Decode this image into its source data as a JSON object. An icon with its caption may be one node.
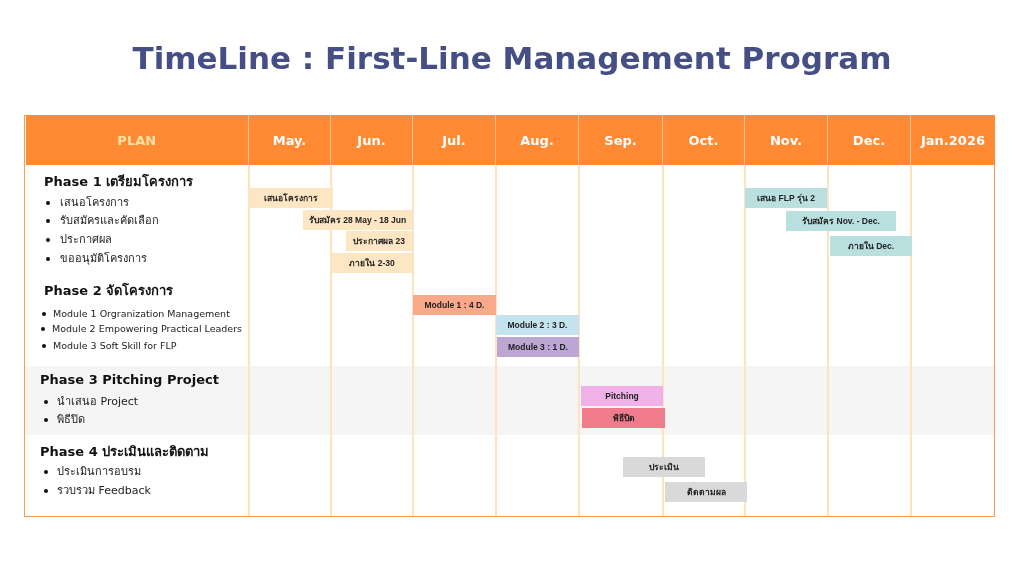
{
  "diagram": {
    "title": "TimeLine : First-Line Management Program",
    "nodes": [
      {
        "text": [
          "เสนอโครงการ"
        ]
      },
      {
        "text": [
          "รับสมัคร 28 May - 18 Jun"
        ]
      },
      {
        "text": [
          "ประกาศผล 23"
        ]
      },
      {
        "text": [
          "ภายใน 2-30"
        ]
      },
      {
        "text": [
          "เสนอ FLP รุ่น 2"
        ]
      },
      {
        "text": [
          "รับสมัคร Nov. - Dec."
        ]
      },
      {
        "text": [
          "ภายใน Dec."
        ]
      },
      {
        "text": [
          "Module 1 : 4 D."
        ]
      },
      {
        "text": [
          "Module 2 : 3 D."
        ]
      },
      {
        "text": [
          "Module 3 : 1 D."
        ]
      },
      {
        "text": [
          "Pitching"
        ]
      },
      {
        "text": [
          "พิธีปิด"
        ]
      },
      {
        "text": [
          "ประเมิน"
        ]
      },
      {
        "text": [
          "ติดตามผล"
        ]
      }
    ],
    "labels": [
      "PLAN",
      "May.",
      "Jun.",
      "Jul.",
      "Aug.",
      "Sep.",
      "Oct.",
      "Nov.",
      "Dec.",
      "Jan.2026",
      "Phase 1 เตรียมโครงการ",
      "เสนอโครงการ",
      "รับสมัครและคัดเลือก",
      "ประกาศผล",
      "ขออนุมัติโครงการ",
      "Phase 2 จัดโครงการ",
      "Module 1 Orgranization Management",
      "Module 2 Empowering Practical Leaders",
      "Module 3 Soft Skill for FLP",
      "Phase 3 Pitching Project",
      "นำเสนอ Project",
      "พิธีปิด",
      "Phase 4 ประเมินและติดตาม",
      "ประเมินการอบรม",
      "รวบรวม Feedback"
    ]
  }
}
